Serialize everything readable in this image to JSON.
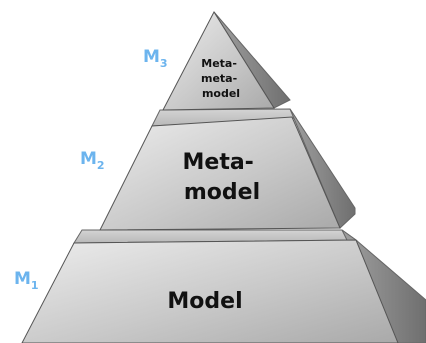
{
  "levels": [
    {
      "id": "M3",
      "letter": "M",
      "sub": "3",
      "lines": [
        "Meta-",
        "meta-",
        "model"
      ]
    },
    {
      "id": "M2",
      "letter": "M",
      "sub": "2",
      "lines": [
        "Meta-",
        "model"
      ]
    },
    {
      "id": "M1",
      "letter": "M",
      "sub": "1",
      "lines": [
        "Model"
      ]
    }
  ],
  "colors": {
    "level_label": "#6cb4ee",
    "face_light": "#e6e6e6",
    "face_mid": "#bdbdbd",
    "face_dark": "#8e8e8e",
    "outline": "#555555"
  }
}
